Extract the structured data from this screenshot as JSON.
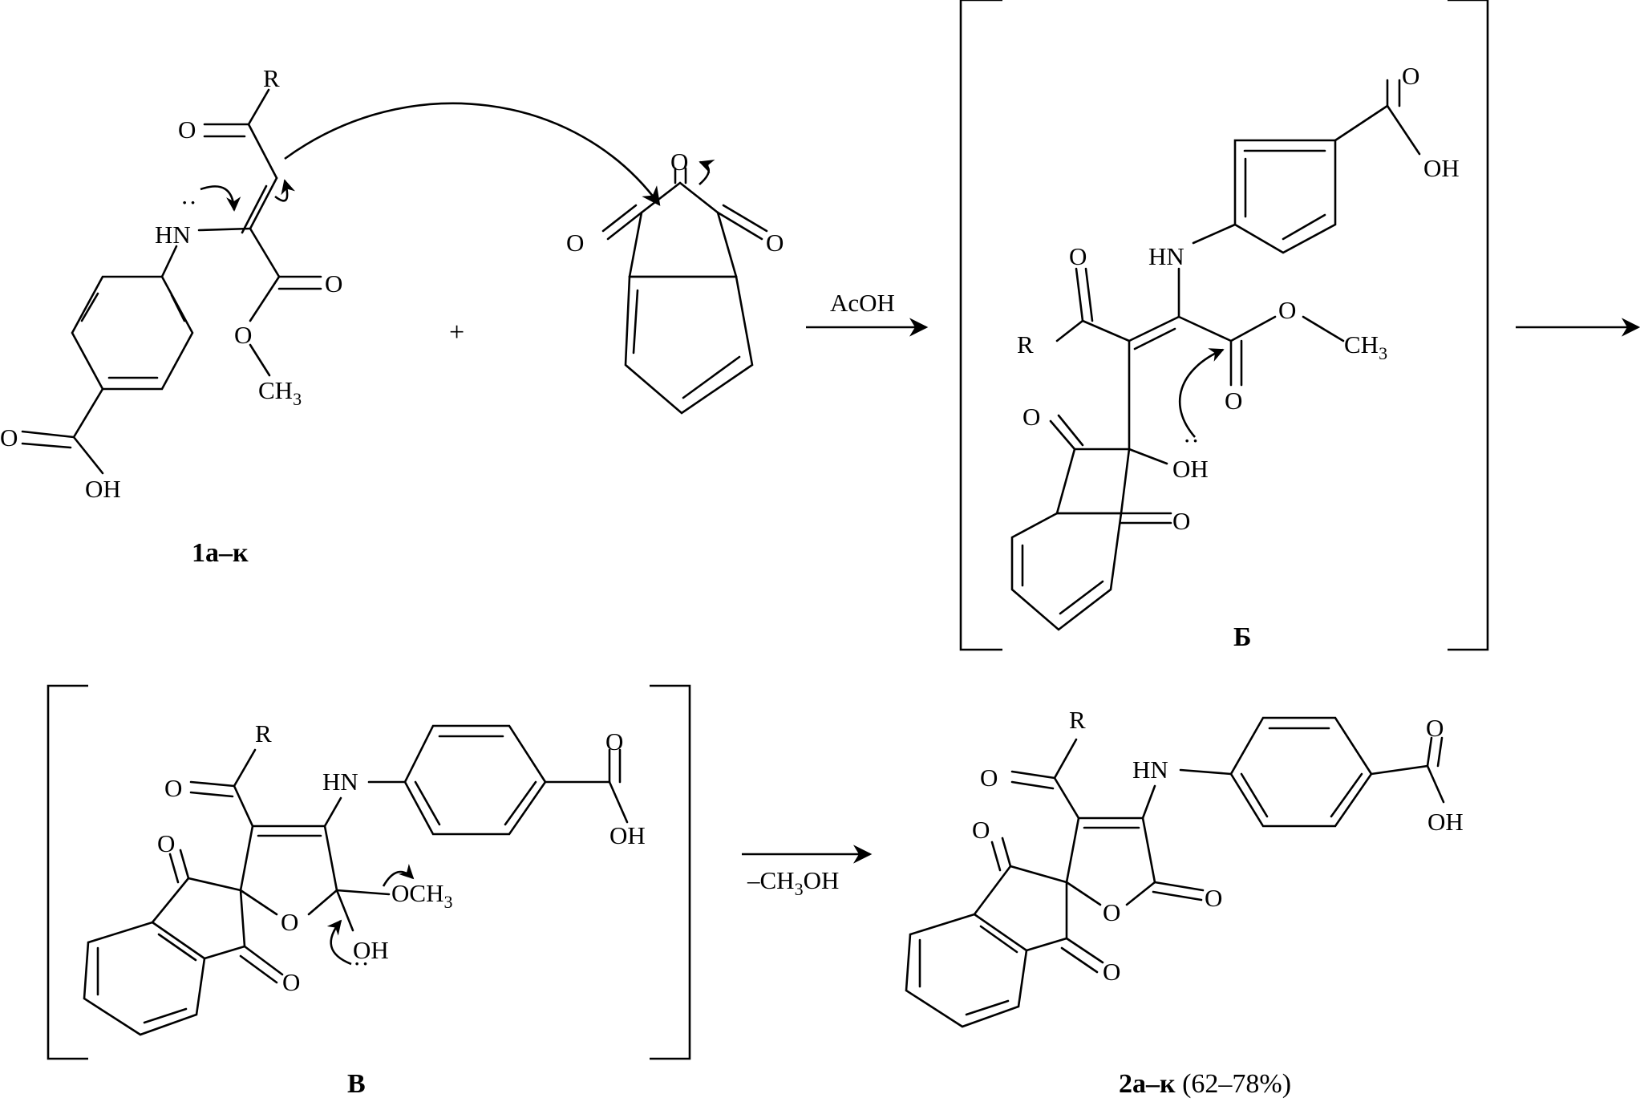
{
  "labels": {
    "R": "R",
    "O": "O",
    "HN": "HN",
    "OH": "OH",
    "CH": "CH",
    "three": "3",
    "OCH": "OCH",
    "lone_pair": "··"
  },
  "reagents": {
    "plus": "+",
    "acoh": "AcOH",
    "minus_ch": "–CH",
    "three": "3",
    "oh": "OH"
  },
  "compounds": {
    "c1": "1а–к",
    "b": "Б",
    "v": "В",
    "c2": "2а–к",
    "c2_yield": "(62–78%)"
  }
}
